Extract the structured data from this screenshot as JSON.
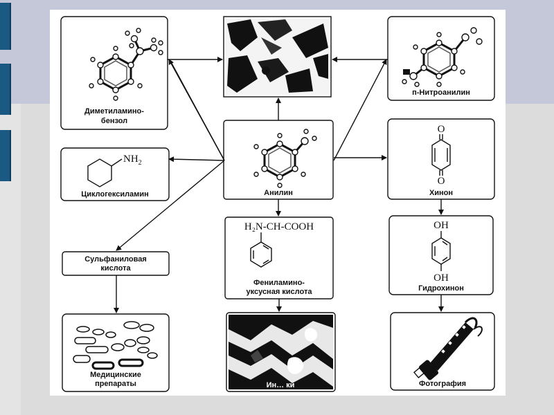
{
  "labels": {
    "dimethylamino": [
      "Диметиламино-",
      "бензол"
    ],
    "nitroaniline": "п-Нитроанилин",
    "cyclohexylamine": "Циклогексиламин",
    "aniline": "Анилин",
    "quinone": "Хинон",
    "sulfanilic": [
      "Сульфаниловая",
      "кислота"
    ],
    "phenylaminoacetic": [
      "Фениламино-",
      "уксусная кислота"
    ],
    "hydroquinone": "Гидрохинон",
    "medicines": [
      "Медицинские",
      "препараты"
    ],
    "dyes": "Ин…                ки",
    "photography": "Фотография"
  },
  "formulas": {
    "nh2": "NH",
    "nh2_sub": "2",
    "amino_acid": "H₂N-CH-COOH",
    "quinone_o_top": "O",
    "quinone_o_bottom": "O",
    "hydro_oh_top": "OH",
    "hydro_oh_bottom": "OH"
  },
  "colors": {
    "frame": "#111111",
    "sidebar_tab": "#1a5a82",
    "background_band": "#c5c8d8",
    "background_main": "#dcdcdc"
  }
}
